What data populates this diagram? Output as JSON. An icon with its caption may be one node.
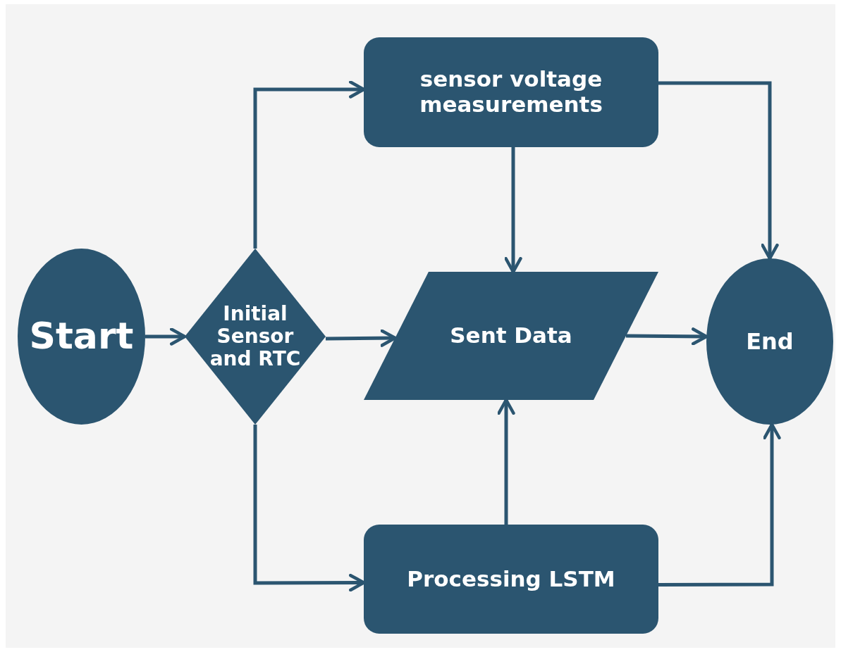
{
  "diagram": {
    "nodes": [
      {
        "text": [
          "Start"
        ]
      },
      {
        "text": [
          "Initial Sensor and RTC"
        ]
      },
      {
        "text": [
          "sensor voltage measurements"
        ]
      },
      {
        "text": [
          "Sent Data"
        ]
      },
      {
        "text": [
          "End"
        ]
      },
      {
        "text": [
          "Processing LSTM"
        ]
      }
    ],
    "edges": [
      {
        "from": 0,
        "to": 1,
        "arrow": "to"
      },
      {
        "from": 1,
        "to": 2,
        "arrow": "to"
      },
      {
        "from": 1,
        "to": 3,
        "arrow": "to"
      },
      {
        "from": 1,
        "to": 5,
        "arrow": "to"
      },
      {
        "from": 2,
        "to": 3,
        "arrow": "to"
      },
      {
        "from": 2,
        "to": 4,
        "arrow": "to"
      },
      {
        "from": 5,
        "to": 3,
        "arrow": "to"
      },
      {
        "from": 3,
        "to": 4,
        "arrow": "to"
      },
      {
        "from": 5,
        "to": 4,
        "arrow": "to"
      }
    ]
  }
}
